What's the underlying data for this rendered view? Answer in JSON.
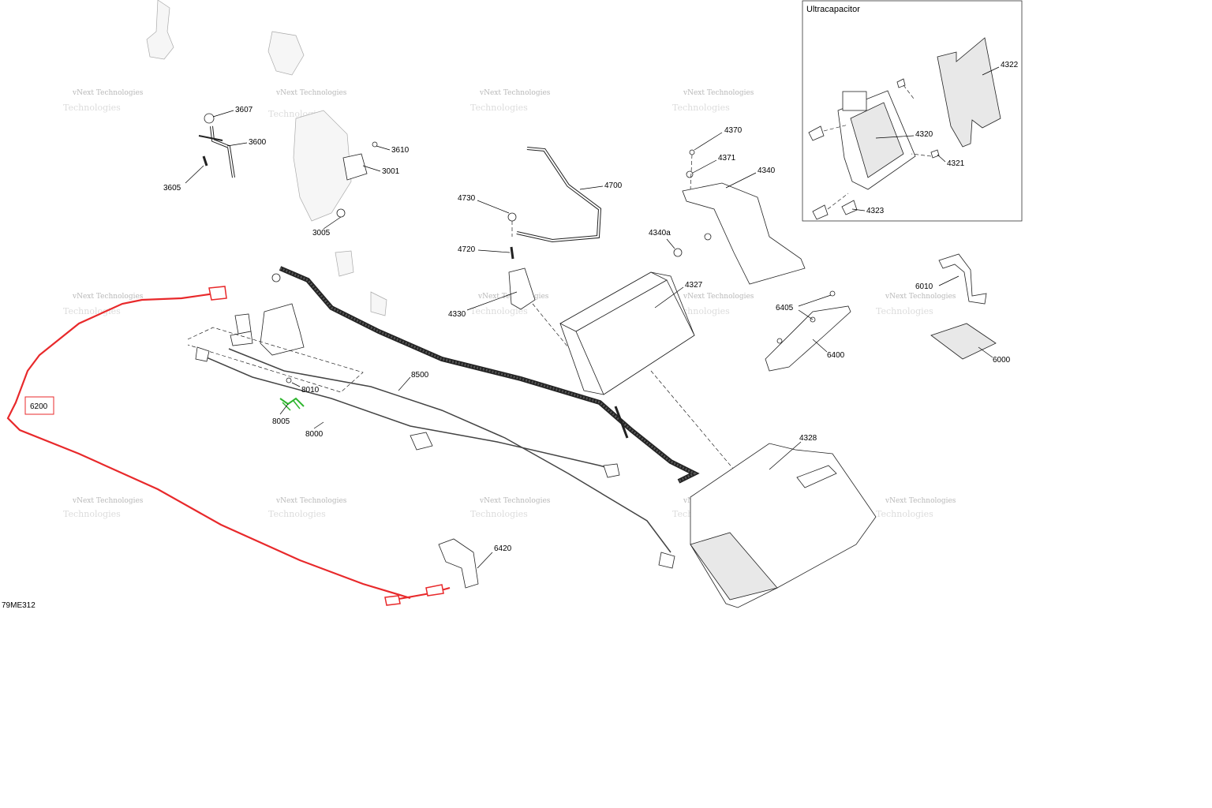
{
  "diagram": {
    "code": "79ME312",
    "inset_title": "Ultracapacitor",
    "watermark": "vNext Technologies",
    "watermark_shadow": "Technologies",
    "colors": {
      "highlight_red": "#e8292b",
      "highlight_green": "#2db52d",
      "line": "#222222"
    },
    "labels": {
      "p3607": "3607",
      "p3600": "3600",
      "p3605": "3605",
      "p3610": "3610",
      "p3001": "3001",
      "p3005": "3005",
      "p4700": "4700",
      "p4730": "4730",
      "p4720": "4720",
      "p4330": "4330",
      "p4370": "4370",
      "p4371": "4371",
      "p4340": "4340",
      "p4340a": "4340a",
      "p4327": "4327",
      "p4328": "4328",
      "p4322": "4322",
      "p4320": "4320",
      "p4321": "4321",
      "p4323": "4323",
      "p6010": "6010",
      "p6405": "6405",
      "p6400": "6400",
      "p6000": "6000",
      "p6200": "6200",
      "p6420": "6420",
      "p8500": "8500",
      "p8010": "8010",
      "p8005": "8005",
      "p8000": "8000"
    }
  }
}
